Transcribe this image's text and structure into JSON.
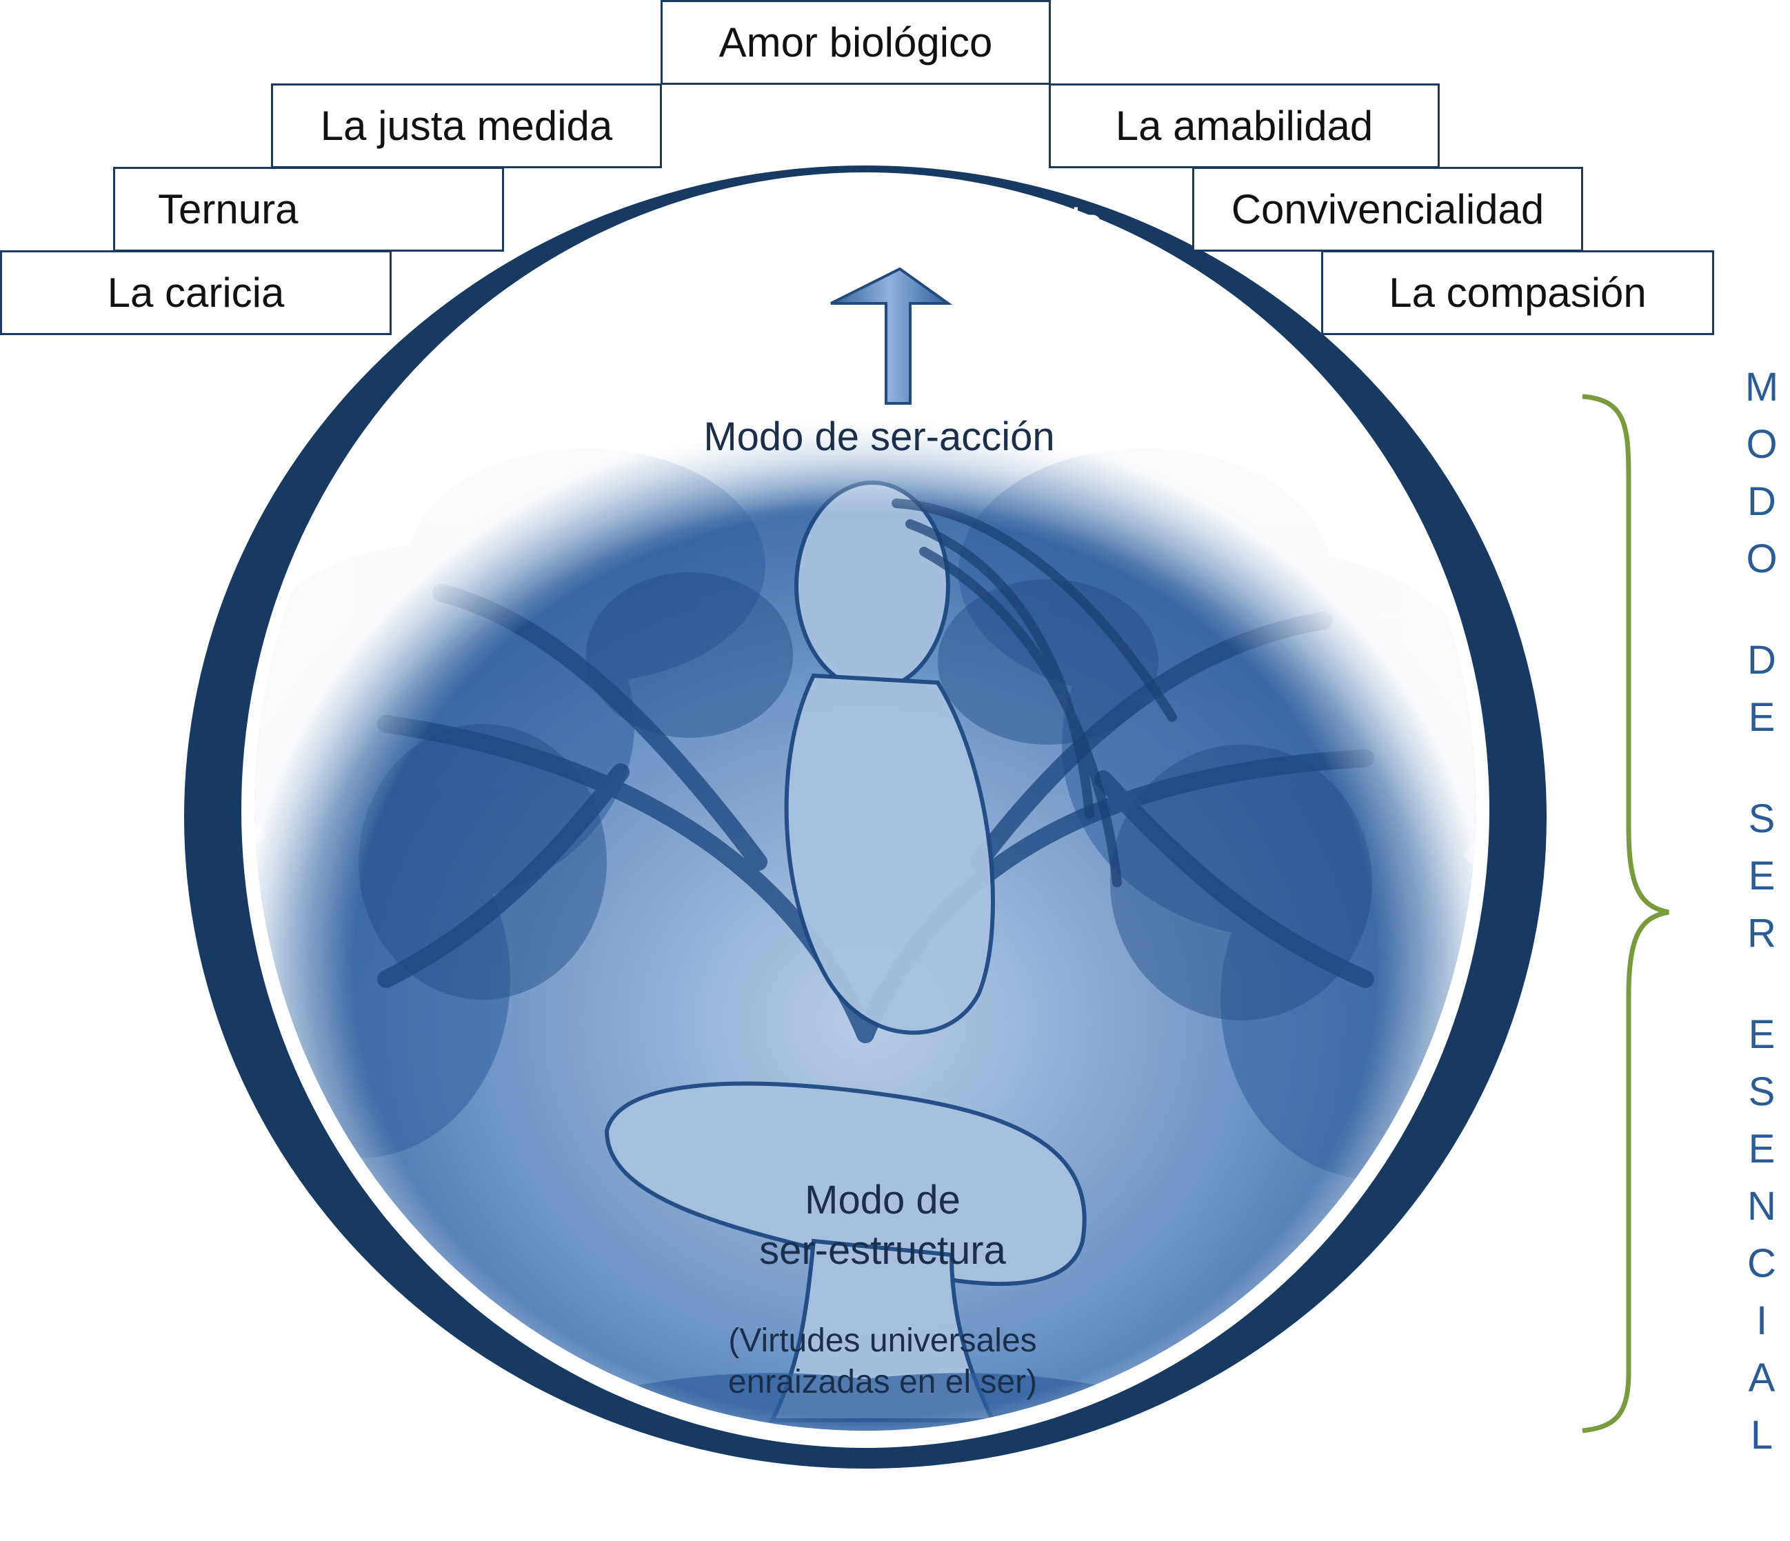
{
  "top_boxes": {
    "amor": "Amor biológico",
    "justa": "La justa medida",
    "amabilidad": "La amabilidad",
    "ternura": "Ternura",
    "convivencialidad": "Convivencialidad",
    "caricia": "La caricia",
    "compasion": "La compasión"
  },
  "circle": {
    "ring_label": "Resonancias del cuidado",
    "accion": "Modo de ser-acción",
    "estructura_line1": "Modo de",
    "estructura_line2": "ser-estructura",
    "virtudes_line1": "(Virtudes universales",
    "virtudes_line2": "enraizadas en el ser)"
  },
  "side_label": [
    "M",
    "O",
    "D",
    "O",
    "",
    "D",
    "E",
    "",
    "S",
    "E",
    "R",
    "",
    "E",
    "S",
    "E",
    "N",
    "C",
    "I",
    "A",
    "L"
  ],
  "colors": {
    "ring": "#173a63",
    "art_blue": "#3d6fae",
    "brace": "#7a9a3e",
    "side_text": "#2b5b95"
  }
}
